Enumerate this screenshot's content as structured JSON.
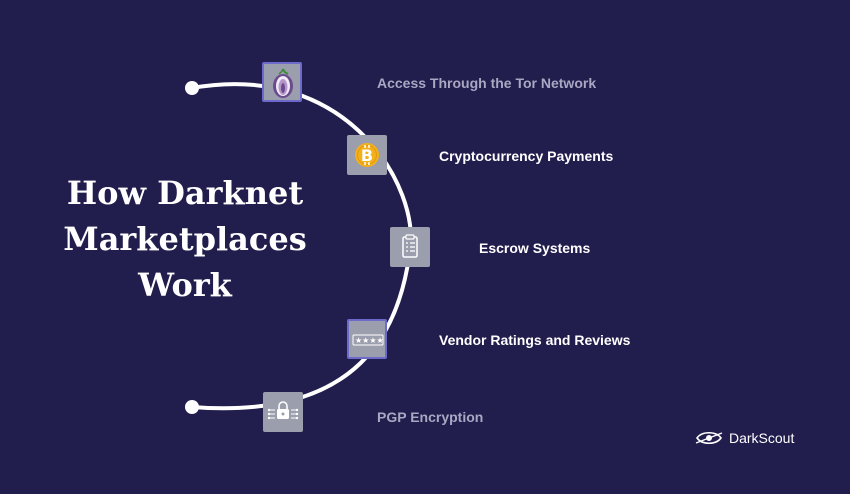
{
  "title_lines": [
    "How Darknet",
    "Marketplaces",
    "Work"
  ],
  "steps": [
    {
      "label": "Access Through the Tor Network",
      "icon": "onion-icon"
    },
    {
      "label": "Cryptocurrency Payments",
      "icon": "bitcoin-icon"
    },
    {
      "label": "Escrow Systems",
      "icon": "checklist-icon"
    },
    {
      "label": "Vendor Ratings and Reviews",
      "icon": "rating-stars-icon"
    },
    {
      "label": "PGP Encryption",
      "icon": "padlock-circuit-icon"
    }
  ],
  "brand": {
    "name": "DarkScout",
    "icon": "eye-logo-icon"
  },
  "colors": {
    "background": "#211d4d",
    "arc": "#ffffff",
    "icon_box": "#9b9eac",
    "icon_border": "#6d6acb",
    "dim_label": "#a9a7c2",
    "bitcoin": "#f3b01b"
  }
}
